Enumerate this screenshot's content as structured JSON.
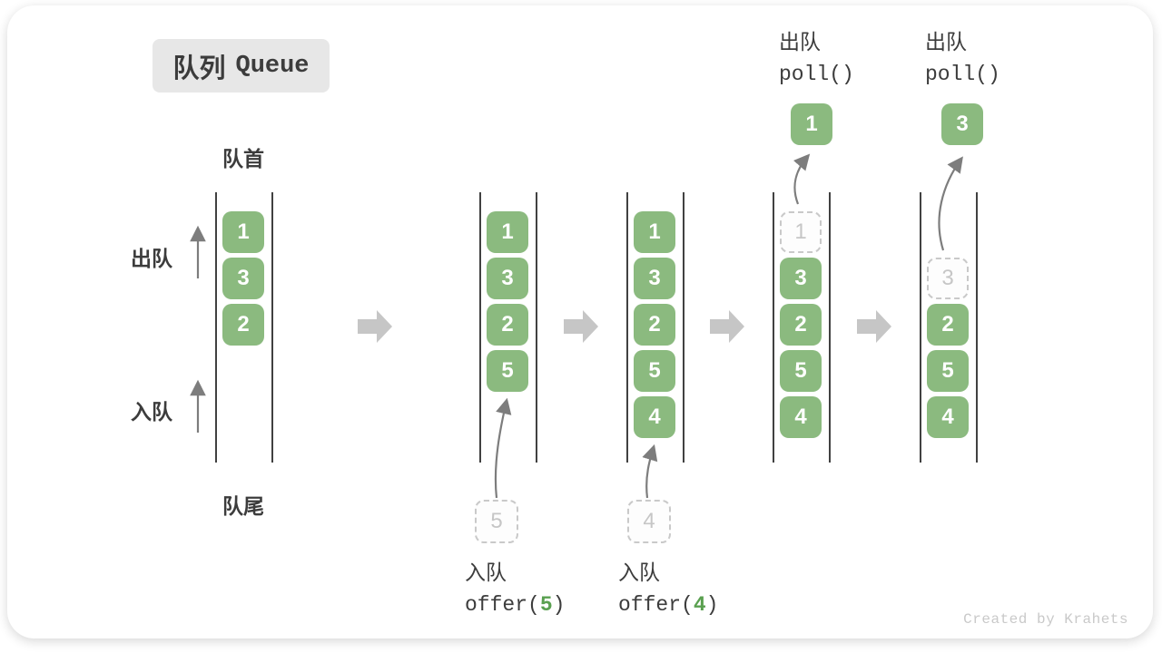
{
  "title": {
    "zh": "队列",
    "en": "Queue"
  },
  "labels": {
    "front": "队首",
    "rear": "队尾",
    "dequeue_side": "出队",
    "enqueue_side": "入队"
  },
  "watermark": "Created by Krahets",
  "colors": {
    "element_green": "#8BBA7F",
    "code_value_green": "#5AA050",
    "block_arrow_gray": "#C6C6C6",
    "thin_arrow_gray": "#7D7D7D",
    "text_dark": "#3C3C3C",
    "dashed_gray": "#C9C9C9",
    "title_bg": "#E7E7E7",
    "watermark_gray": "#C9C9C9"
  },
  "queues": [
    {
      "name": "state-initial",
      "slots": [
        {
          "type": "solid",
          "value": "1"
        },
        {
          "type": "solid",
          "value": "3"
        },
        {
          "type": "solid",
          "value": "2"
        }
      ]
    },
    {
      "name": "state-after-offer-5",
      "slots": [
        {
          "type": "solid",
          "value": "1"
        },
        {
          "type": "solid",
          "value": "3"
        },
        {
          "type": "solid",
          "value": "2"
        },
        {
          "type": "solid",
          "value": "5"
        }
      ],
      "pending": {
        "value": "5"
      },
      "bottom_annotation": {
        "label": "入队",
        "code_before": "offer(",
        "code_value": "5",
        "code_after": ")"
      }
    },
    {
      "name": "state-after-offer-4",
      "slots": [
        {
          "type": "solid",
          "value": "1"
        },
        {
          "type": "solid",
          "value": "3"
        },
        {
          "type": "solid",
          "value": "2"
        },
        {
          "type": "solid",
          "value": "5"
        },
        {
          "type": "solid",
          "value": "4"
        }
      ],
      "pending": {
        "value": "4"
      },
      "bottom_annotation": {
        "label": "入队",
        "code_before": "offer(",
        "code_value": "4",
        "code_after": ")"
      }
    },
    {
      "name": "state-after-poll-1",
      "slots": [
        {
          "type": "dashed",
          "value": "1"
        },
        {
          "type": "solid",
          "value": "3"
        },
        {
          "type": "solid",
          "value": "2"
        },
        {
          "type": "solid",
          "value": "5"
        },
        {
          "type": "solid",
          "value": "4"
        }
      ],
      "result": {
        "value": "1"
      },
      "top_annotation": {
        "label": "出队",
        "code": "poll()"
      }
    },
    {
      "name": "state-after-poll-3",
      "slots": [
        {
          "type": "empty"
        },
        {
          "type": "dashed",
          "value": "3"
        },
        {
          "type": "solid",
          "value": "2"
        },
        {
          "type": "solid",
          "value": "5"
        },
        {
          "type": "solid",
          "value": "4"
        }
      ],
      "result": {
        "value": "3"
      },
      "top_annotation": {
        "label": "出队",
        "code": "poll()"
      }
    }
  ]
}
